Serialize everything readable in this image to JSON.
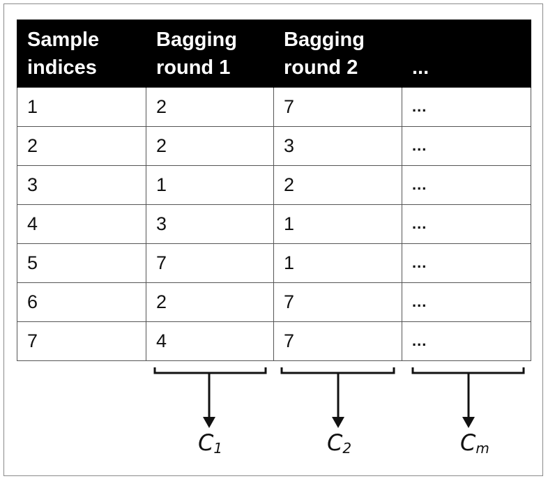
{
  "table": {
    "header": {
      "sample_indices": [
        "Sample",
        "indices"
      ],
      "round1": [
        "Bagging",
        "round 1"
      ],
      "round2": [
        "Bagging",
        "round 2"
      ],
      "more": "..."
    },
    "rows": [
      [
        "1",
        "2",
        "7",
        "..."
      ],
      [
        "2",
        "2",
        "3",
        "..."
      ],
      [
        "3",
        "1",
        "2",
        "..."
      ],
      [
        "4",
        "3",
        "1",
        "..."
      ],
      [
        "5",
        "7",
        "1",
        "..."
      ],
      [
        "6",
        "2",
        "7",
        "..."
      ],
      [
        "7",
        "4",
        "7",
        "..."
      ]
    ]
  },
  "classifiers": [
    {
      "base": "C",
      "sub": "1"
    },
    {
      "base": "C",
      "sub": "2"
    },
    {
      "base": "C",
      "sub": "m"
    }
  ]
}
